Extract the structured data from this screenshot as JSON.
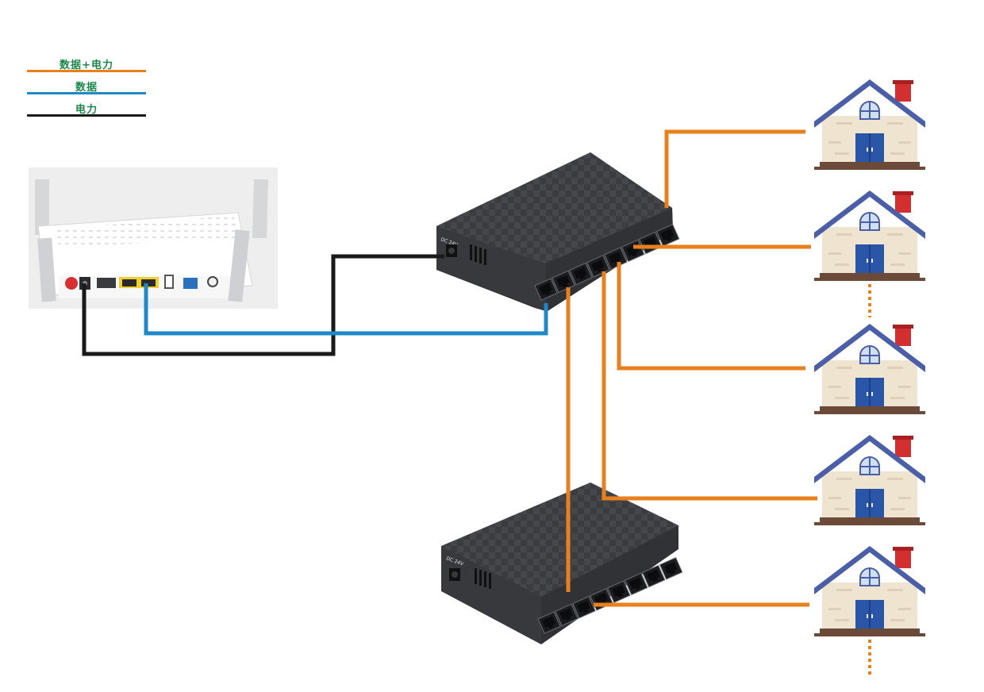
{
  "legend": {
    "items": [
      {
        "label": "数据+电力",
        "color": "#e8801e"
      },
      {
        "label": "数据",
        "color": "#1e88c8"
      },
      {
        "label": "电力",
        "color": "#1a1a1a"
      }
    ]
  },
  "colors": {
    "data_power": "#e8801e",
    "data": "#1e88c8",
    "power": "#1a1a1a",
    "house_wall": "#efe4cf",
    "house_roof": "#4a5fa8",
    "house_door": "#2a56a8",
    "house_chimney": "#d23030",
    "switch_body": "#3c3e42"
  },
  "devices": {
    "router_icon": "wifi-router-icon",
    "switch_icon": "poe-switch-icon",
    "house_icon": "house-icon",
    "switch_port_label": "DC 24V"
  }
}
